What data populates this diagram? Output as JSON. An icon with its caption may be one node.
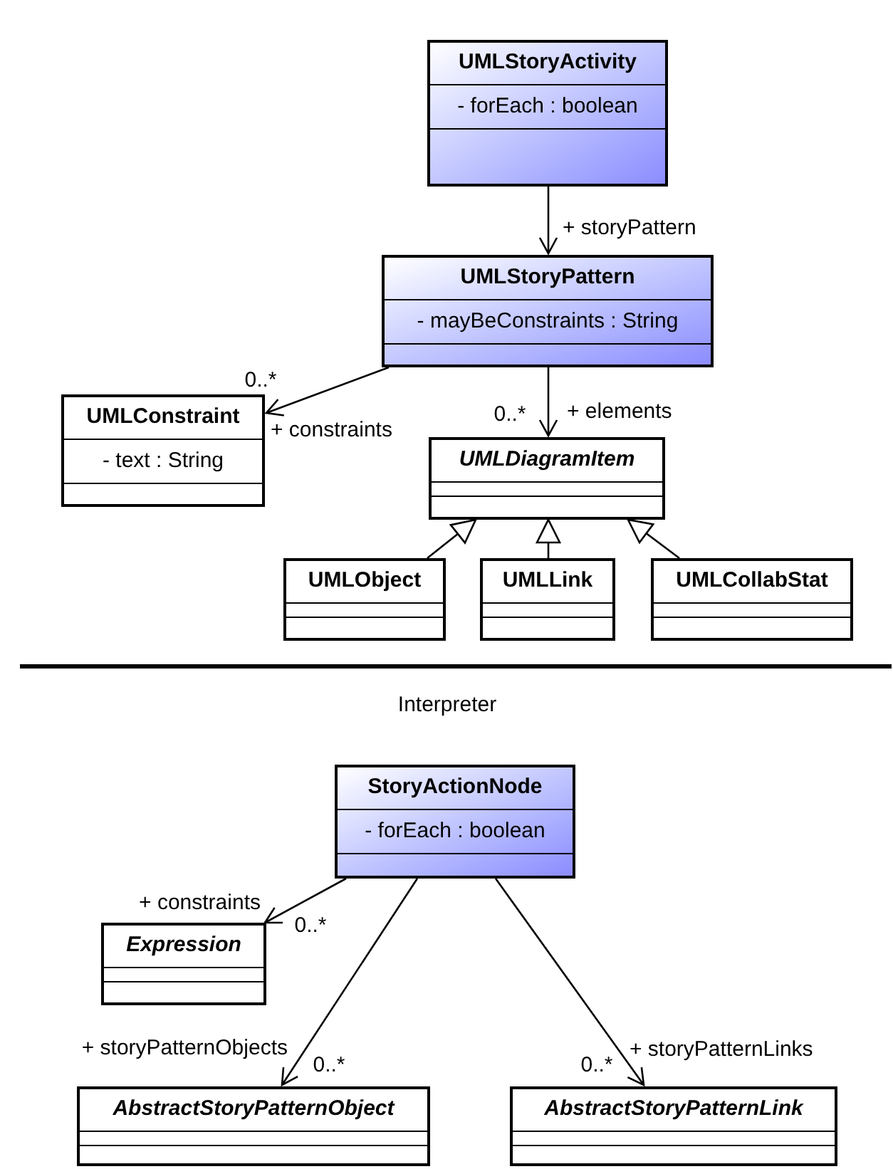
{
  "diagram": {
    "nodes": [
      {
        "text": [
          "UMLStoryActivity",
          "- forEach : boolean"
        ]
      },
      {
        "text": [
          "UMLStoryPattern",
          "- mayBeConstraints : String"
        ]
      },
      {
        "text": [
          "UMLConstraint",
          "- text : String"
        ]
      },
      {
        "text": [
          "UMLDiagramItem"
        ]
      },
      {
        "text": [
          "UMLObject"
        ]
      },
      {
        "text": [
          "UMLLink"
        ]
      },
      {
        "text": [
          "UMLCollabStat"
        ]
      },
      {
        "text": [
          "StoryActionNode",
          "- forEach : boolean"
        ]
      },
      {
        "text": [
          "Expression"
        ]
      },
      {
        "text": [
          "AbstractStoryPatternObject"
        ]
      },
      {
        "text": [
          "AbstractStoryPatternLink"
        ]
      }
    ],
    "edges": [
      {
        "from": 0,
        "to": 1,
        "arrow": "to",
        "label": "+ storyPattern"
      },
      {
        "from": 1,
        "to": 2,
        "arrow": "to",
        "label": "+ constraints"
      },
      {
        "from": 1,
        "to": 3,
        "arrow": "to",
        "label": "+ elements"
      },
      {
        "from": 4,
        "to": 3,
        "arrow": "to"
      },
      {
        "from": 5,
        "to": 3,
        "arrow": "to"
      },
      {
        "from": 6,
        "to": 3,
        "arrow": "to"
      },
      {
        "from": 7,
        "to": 8,
        "arrow": "to",
        "label": "+ constraints"
      },
      {
        "from": 7,
        "to": 9,
        "arrow": "to",
        "label": "+ storyPatternObjects"
      },
      {
        "from": 7,
        "to": 10,
        "arrow": "to",
        "label": "+ storyPatternLinks"
      }
    ],
    "labels": [
      "0..*",
      "0..*",
      "Interpreter",
      "0..*",
      "0..*",
      "0..*"
    ]
  }
}
